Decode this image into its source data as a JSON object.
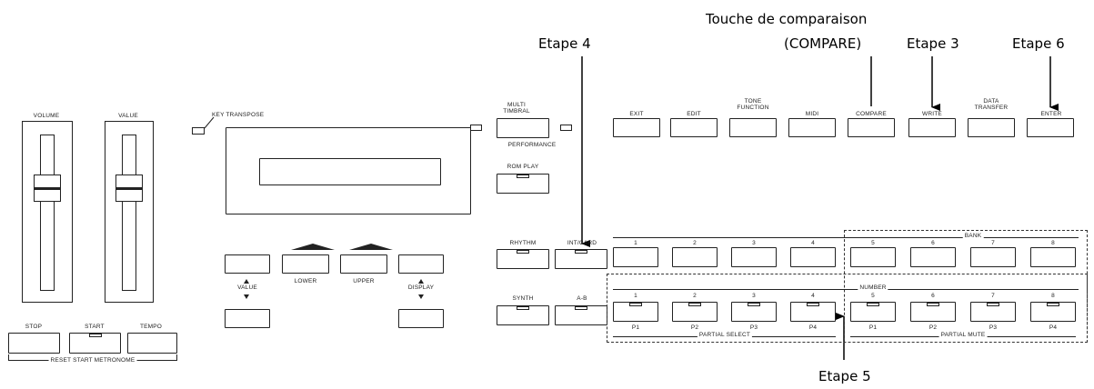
{
  "annotations": {
    "compare_line1": "Touche de comparaison",
    "compare_line2": "(COMPARE)",
    "step3": "Etape 3",
    "step4": "Etape 4",
    "step5": "Etape 5",
    "step6": "Etape 6"
  },
  "sliders": {
    "volume": "VOLUME",
    "value": "VALUE"
  },
  "transport": {
    "stop": "STOP",
    "start": "START",
    "tempo": "TEMPO",
    "bracket": "RESET START METRONOME"
  },
  "display": {
    "key_transpose": "KEY TRANSPOSE",
    "value": "VALUE",
    "lower": "LOWER",
    "upper": "UPPER",
    "display": "DISPLAY"
  },
  "mode": {
    "multi_timbral": "MULTI TIMBRAL",
    "performance": "PERFORMANCE",
    "rom_play": "ROM PLAY",
    "rhythm": "RHYTHM",
    "int_card": "INT/CARD",
    "synth": "SYNTH",
    "a_b": "A-B"
  },
  "function_row": [
    "EXIT",
    "EDIT",
    "TONE FUNCTION",
    "MIDI",
    "COMPARE",
    "WRITE",
    "DATA TRANSFER",
    "ENTER"
  ],
  "bank": {
    "label": "BANK",
    "digits": [
      "1",
      "2",
      "3",
      "4",
      "5",
      "6",
      "7",
      "8"
    ]
  },
  "number": {
    "label": "NUMBER",
    "digits": [
      "1",
      "2",
      "3",
      "4",
      "5",
      "6",
      "7",
      "8"
    ],
    "sub": [
      "P1",
      "P2",
      "P3",
      "P4",
      "P1",
      "P2",
      "P3",
      "P4"
    ],
    "partial_select": "PARTIAL SELECT",
    "partial_mute": "PARTIAL MUTE"
  }
}
